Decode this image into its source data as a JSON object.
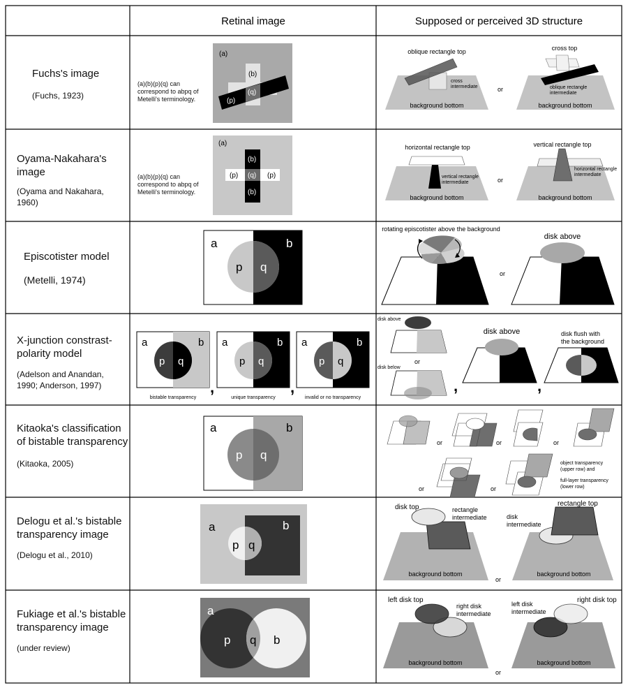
{
  "header": {
    "retinal": "Retinal image",
    "structure": "Supposed or perceived 3D structure"
  },
  "rows": [
    {
      "name": "Fuchs's image",
      "citation": "(Fuchs, 1923)",
      "note": "(a)(b)(p)(q) can correspond to abpq of Metelli's terminology.",
      "retinal_labels": [
        "(a)",
        "(b)",
        "(q)",
        "(p)"
      ],
      "structure": {
        "left_top": "oblique rectangle top",
        "left_mid": [
          "cross",
          "intermediate"
        ],
        "left_bottom": "background bottom",
        "or": "or",
        "right_top": "cross top",
        "right_mid": [
          "oblique rectangle",
          "intermediate"
        ],
        "right_bottom": "background bottom"
      }
    },
    {
      "name": "Oyama-Nakahara's image",
      "citation": "(Oyama and Nakahara, 1960)",
      "note": "(a)(b)(p)(q) can correspond to abpq of Metelli's terminology.",
      "retinal_labels": [
        "(a)",
        "(b)",
        "(p)",
        "(q)",
        "(p)",
        "(b)"
      ],
      "structure": {
        "left_top": "horizontal rectangle top",
        "left_mid": [
          "vertical rectangle",
          "intermediate"
        ],
        "left_bottom": "background bottom",
        "or": "or",
        "right_top": "vertical rectangle top",
        "right_mid": [
          "horizontal rectangle",
          "intermediate"
        ],
        "right_bottom": "background bottom"
      }
    },
    {
      "name": "Episcotister model",
      "citation": "(Metelli, 1974)",
      "retinal_labels": [
        "a",
        "b",
        "p",
        "q"
      ],
      "structure": {
        "left_top": "rotating episcotister above the background",
        "or": "or",
        "right_top": "disk above"
      }
    },
    {
      "name": "X-junction constrast-polarity model",
      "citation": "(Adelson and Anandan, 1990; Anderson, 1997)",
      "retinal_labels": [
        "a",
        "b",
        "p",
        "q"
      ],
      "panel_captions": [
        "bistable transparency",
        "unique transparency",
        "invalid or no transparency"
      ],
      "structure": {
        "disk_above_small": "disk above",
        "or": "or",
        "disk_below_small": "disk below",
        "disk_above": "disk above",
        "disk_flush": [
          "disk flush with",
          "the background"
        ]
      }
    },
    {
      "name": "Kitaoka's classification of bistable transparency",
      "citation": "(Kitaoka, 2005)",
      "retinal_labels": [
        "a",
        "b",
        "p",
        "q"
      ],
      "structure": {
        "or": "or",
        "legend": [
          "object transparency",
          "(upper row) and",
          "full-layer transparency",
          "(lower row)"
        ]
      }
    },
    {
      "name": "Delogu et al.'s bistable transparency image",
      "citation": "(Delogu et al., 2010)",
      "retinal_labels": [
        "a",
        "b",
        "p",
        "q"
      ],
      "structure": {
        "left_top": "disk top",
        "left_mid": [
          "rectangle",
          "intermediate"
        ],
        "left_bottom": "background bottom",
        "or": "or",
        "right_top": "rectangle top",
        "right_mid": [
          "disk",
          "intermediate"
        ],
        "right_bottom": "background bottom"
      }
    },
    {
      "name": "Fukiage et al.'s bistable transparency image",
      "citation": "(under review)",
      "retinal_labels": [
        "a",
        "p",
        "q",
        "b"
      ],
      "structure": {
        "left_top": "left disk top",
        "left_mid": [
          "right disk",
          "intermediate"
        ],
        "left_bottom": "background bottom",
        "or": "or",
        "right_top": "right disk top",
        "right_mid": [
          "left disk",
          "intermediate"
        ],
        "right_bottom": "background bottom"
      }
    }
  ]
}
